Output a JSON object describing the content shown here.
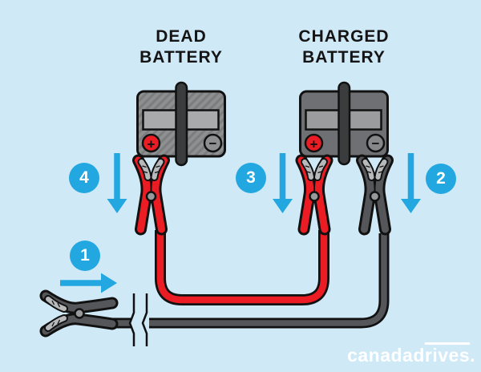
{
  "diagram": {
    "title_dead": {
      "line1": "DEAD",
      "line2": "BATTERY"
    },
    "title_charged": {
      "line1": "CHARGED",
      "line2": "BATTERY"
    },
    "terminals": {
      "positive": "+",
      "negative": "−"
    },
    "steps": [
      {
        "number": "1",
        "arrow_direction": "right",
        "target": "loose-ground-clamp"
      },
      {
        "number": "2",
        "arrow_direction": "down",
        "target": "charged-battery-negative"
      },
      {
        "number": "3",
        "arrow_direction": "down",
        "target": "charged-battery-positive"
      },
      {
        "number": "4",
        "arrow_direction": "down",
        "target": "dead-battery-positive"
      }
    ],
    "colors": {
      "background": "#d0e9f7",
      "accent_blue": "#22a7e1",
      "cable_red": "#ec1c24",
      "cable_black": "#54565a",
      "battery_dead_body": "#8d8f91",
      "battery_charged_body": "#6f7073",
      "outline": "#111111"
    }
  },
  "footer": {
    "logo_part1": "canadad",
    "logo_overbar": "rives",
    "logo_period": "."
  }
}
